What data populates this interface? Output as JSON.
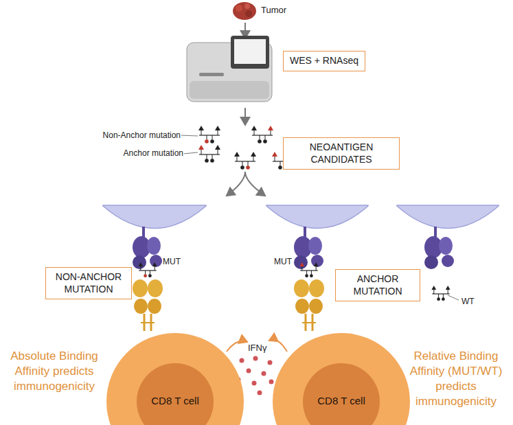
{
  "diagram": {
    "nodes": [
      {
        "text": [
          "WES + RNAseq"
        ]
      },
      {
        "text": [
          "NEOANTIGEN CANDIDATES"
        ]
      },
      {
        "text": [
          "NON-ANCHOR MUTATION"
        ]
      },
      {
        "text": [
          "ANCHOR MUTATION"
        ]
      },
      {
        "text": [
          "CD8 T cell"
        ]
      },
      {
        "text": [
          "CD8 T cell"
        ]
      }
    ],
    "labels": [
      "Tumor",
      "Non-Anchor mutation",
      "Anchor mutation",
      "MUT",
      "MUT",
      "WT",
      "IFNγ",
      "Absolute Binding Affinity predicts immunogenicity",
      "Relative Binding Affinity (MUT/WT) predicts immunogenicity"
    ]
  }
}
